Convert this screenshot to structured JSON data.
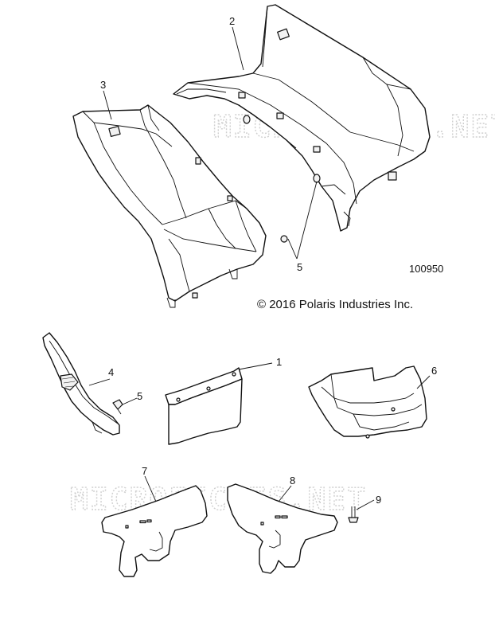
{
  "callouts": {
    "c1": "1",
    "c2": "2",
    "c3": "3",
    "c4": "4",
    "c5a": "5",
    "c5b": "5",
    "c6": "6",
    "c7": "7",
    "c8": "8",
    "c9": "9"
  },
  "figure_number": "100950",
  "copyright": "© 2016 Polaris Industries Inc.",
  "watermark": {
    "upper": "MICROFICHES.NET",
    "lower": "MICROFICHES.NET"
  }
}
